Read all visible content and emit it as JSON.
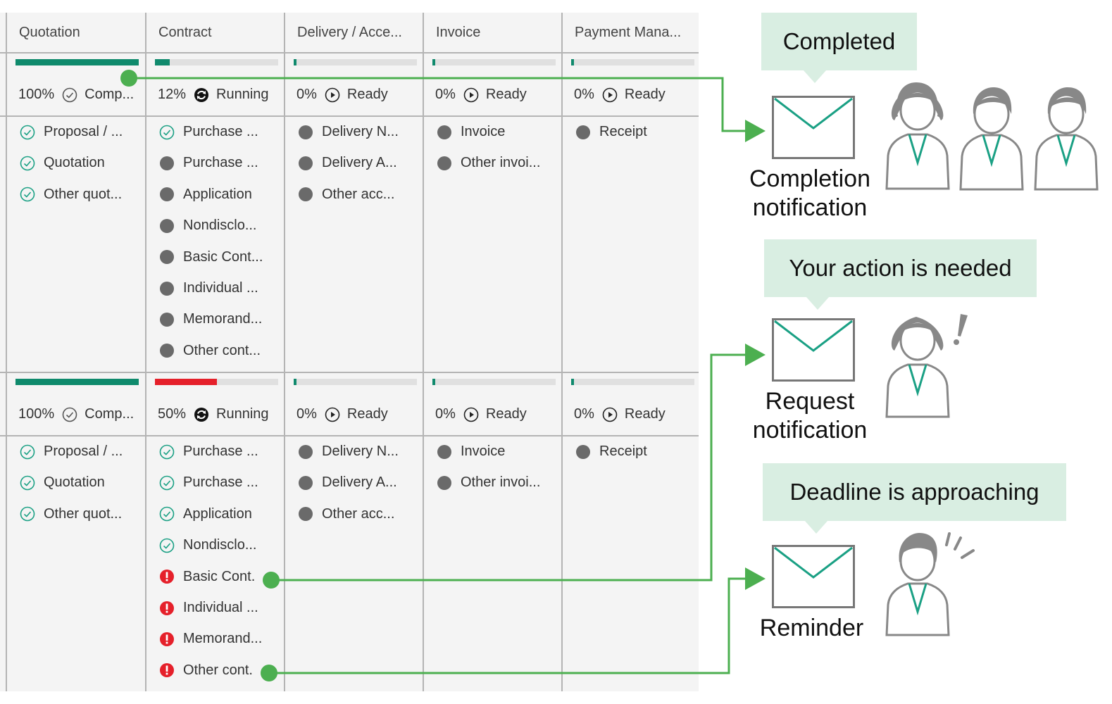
{
  "colors": {
    "complete": "#0f8a6c",
    "running_ok": "#108a6d",
    "running_bad": "#e5202a",
    "connector": "#4caf50",
    "bubble": "#d9eee2",
    "mail_stroke": "#1aa084"
  },
  "board": {
    "columns": [
      "Quotation",
      "Contract",
      "Delivery / Acce...",
      "Invoice",
      "Payment Mana..."
    ],
    "projects": [
      {
        "stages": [
          {
            "progress": 1.0,
            "percent": "100%",
            "status": "Comp...",
            "status_icon": "check-circle-icon"
          },
          {
            "progress": 0.12,
            "percent": "12%",
            "status": "Running",
            "status_icon": "running-icon"
          },
          {
            "progress": 0.0,
            "percent": "0%",
            "status": "Ready",
            "status_icon": "play-circle-icon"
          },
          {
            "progress": 0.0,
            "percent": "0%",
            "status": "Ready",
            "status_icon": "play-circle-icon"
          },
          {
            "progress": 0.0,
            "percent": "0%",
            "status": "Ready",
            "status_icon": "play-circle-icon"
          }
        ],
        "documents": [
          [
            {
              "label": "Proposal / ...",
              "state": "done"
            },
            {
              "label": "Quotation",
              "state": "done"
            },
            {
              "label": "Other quot...",
              "state": "done"
            }
          ],
          [
            {
              "label": "Purchase ...",
              "state": "done"
            },
            {
              "label": "Purchase ...",
              "state": "pending"
            },
            {
              "label": "Application",
              "state": "pending"
            },
            {
              "label": "Nondisclo...",
              "state": "pending"
            },
            {
              "label": "Basic Cont...",
              "state": "pending"
            },
            {
              "label": "Individual ...",
              "state": "pending"
            },
            {
              "label": "Memorand...",
              "state": "pending"
            },
            {
              "label": "Other cont...",
              "state": "pending"
            }
          ],
          [
            {
              "label": "Delivery N...",
              "state": "pending"
            },
            {
              "label": "Delivery A...",
              "state": "pending"
            },
            {
              "label": "Other acc...",
              "state": "pending"
            }
          ],
          [
            {
              "label": "Invoice",
              "state": "pending"
            },
            {
              "label": "Other invoi...",
              "state": "pending"
            }
          ],
          [
            {
              "label": "Receipt",
              "state": "pending"
            }
          ]
        ]
      },
      {
        "stages": [
          {
            "progress": 1.0,
            "percent": "100%",
            "status": "Comp...",
            "status_icon": "check-circle-icon"
          },
          {
            "progress": 0.5,
            "percent": "50%",
            "status": "Running",
            "status_icon": "running-icon"
          },
          {
            "progress": 0.0,
            "percent": "0%",
            "status": "Ready",
            "status_icon": "play-circle-icon"
          },
          {
            "progress": 0.0,
            "percent": "0%",
            "status": "Ready",
            "status_icon": "play-circle-icon"
          },
          {
            "progress": 0.0,
            "percent": "0%",
            "status": "Ready",
            "status_icon": "play-circle-icon"
          }
        ],
        "documents": [
          [
            {
              "label": "Proposal / ...",
              "state": "done"
            },
            {
              "label": "Quotation",
              "state": "done"
            },
            {
              "label": "Other quot...",
              "state": "done"
            }
          ],
          [
            {
              "label": "Purchase ...",
              "state": "done"
            },
            {
              "label": "Purchase ...",
              "state": "done"
            },
            {
              "label": "Application",
              "state": "done"
            },
            {
              "label": "Nondisclo...",
              "state": "done"
            },
            {
              "label": "Basic Cont.",
              "state": "alert"
            },
            {
              "label": "Individual ...",
              "state": "alert"
            },
            {
              "label": "Memorand...",
              "state": "alert"
            },
            {
              "label": "Other cont.",
              "state": "alert"
            }
          ],
          [
            {
              "label": "Delivery N...",
              "state": "pending"
            },
            {
              "label": "Delivery A...",
              "state": "pending"
            },
            {
              "label": "Other acc...",
              "state": "pending"
            }
          ],
          [
            {
              "label": "Invoice",
              "state": "pending"
            },
            {
              "label": "Other invoi...",
              "state": "pending"
            }
          ],
          [
            {
              "label": "Receipt",
              "state": "pending"
            }
          ]
        ]
      }
    ]
  },
  "notifications": [
    {
      "bubble": "Completed",
      "caption": [
        "Completion",
        "notification"
      ],
      "icon": "envelope-icon",
      "people": 3
    },
    {
      "bubble": "Your action is needed",
      "caption": [
        "Request",
        "notification"
      ],
      "icon": "envelope-icon",
      "people": 1,
      "person_mark": "exclamation"
    },
    {
      "bubble": "Deadline is approaching",
      "caption": [
        "Reminder"
      ],
      "icon": "envelope-icon",
      "people": 1,
      "person_mark": "alert-lines"
    }
  ]
}
